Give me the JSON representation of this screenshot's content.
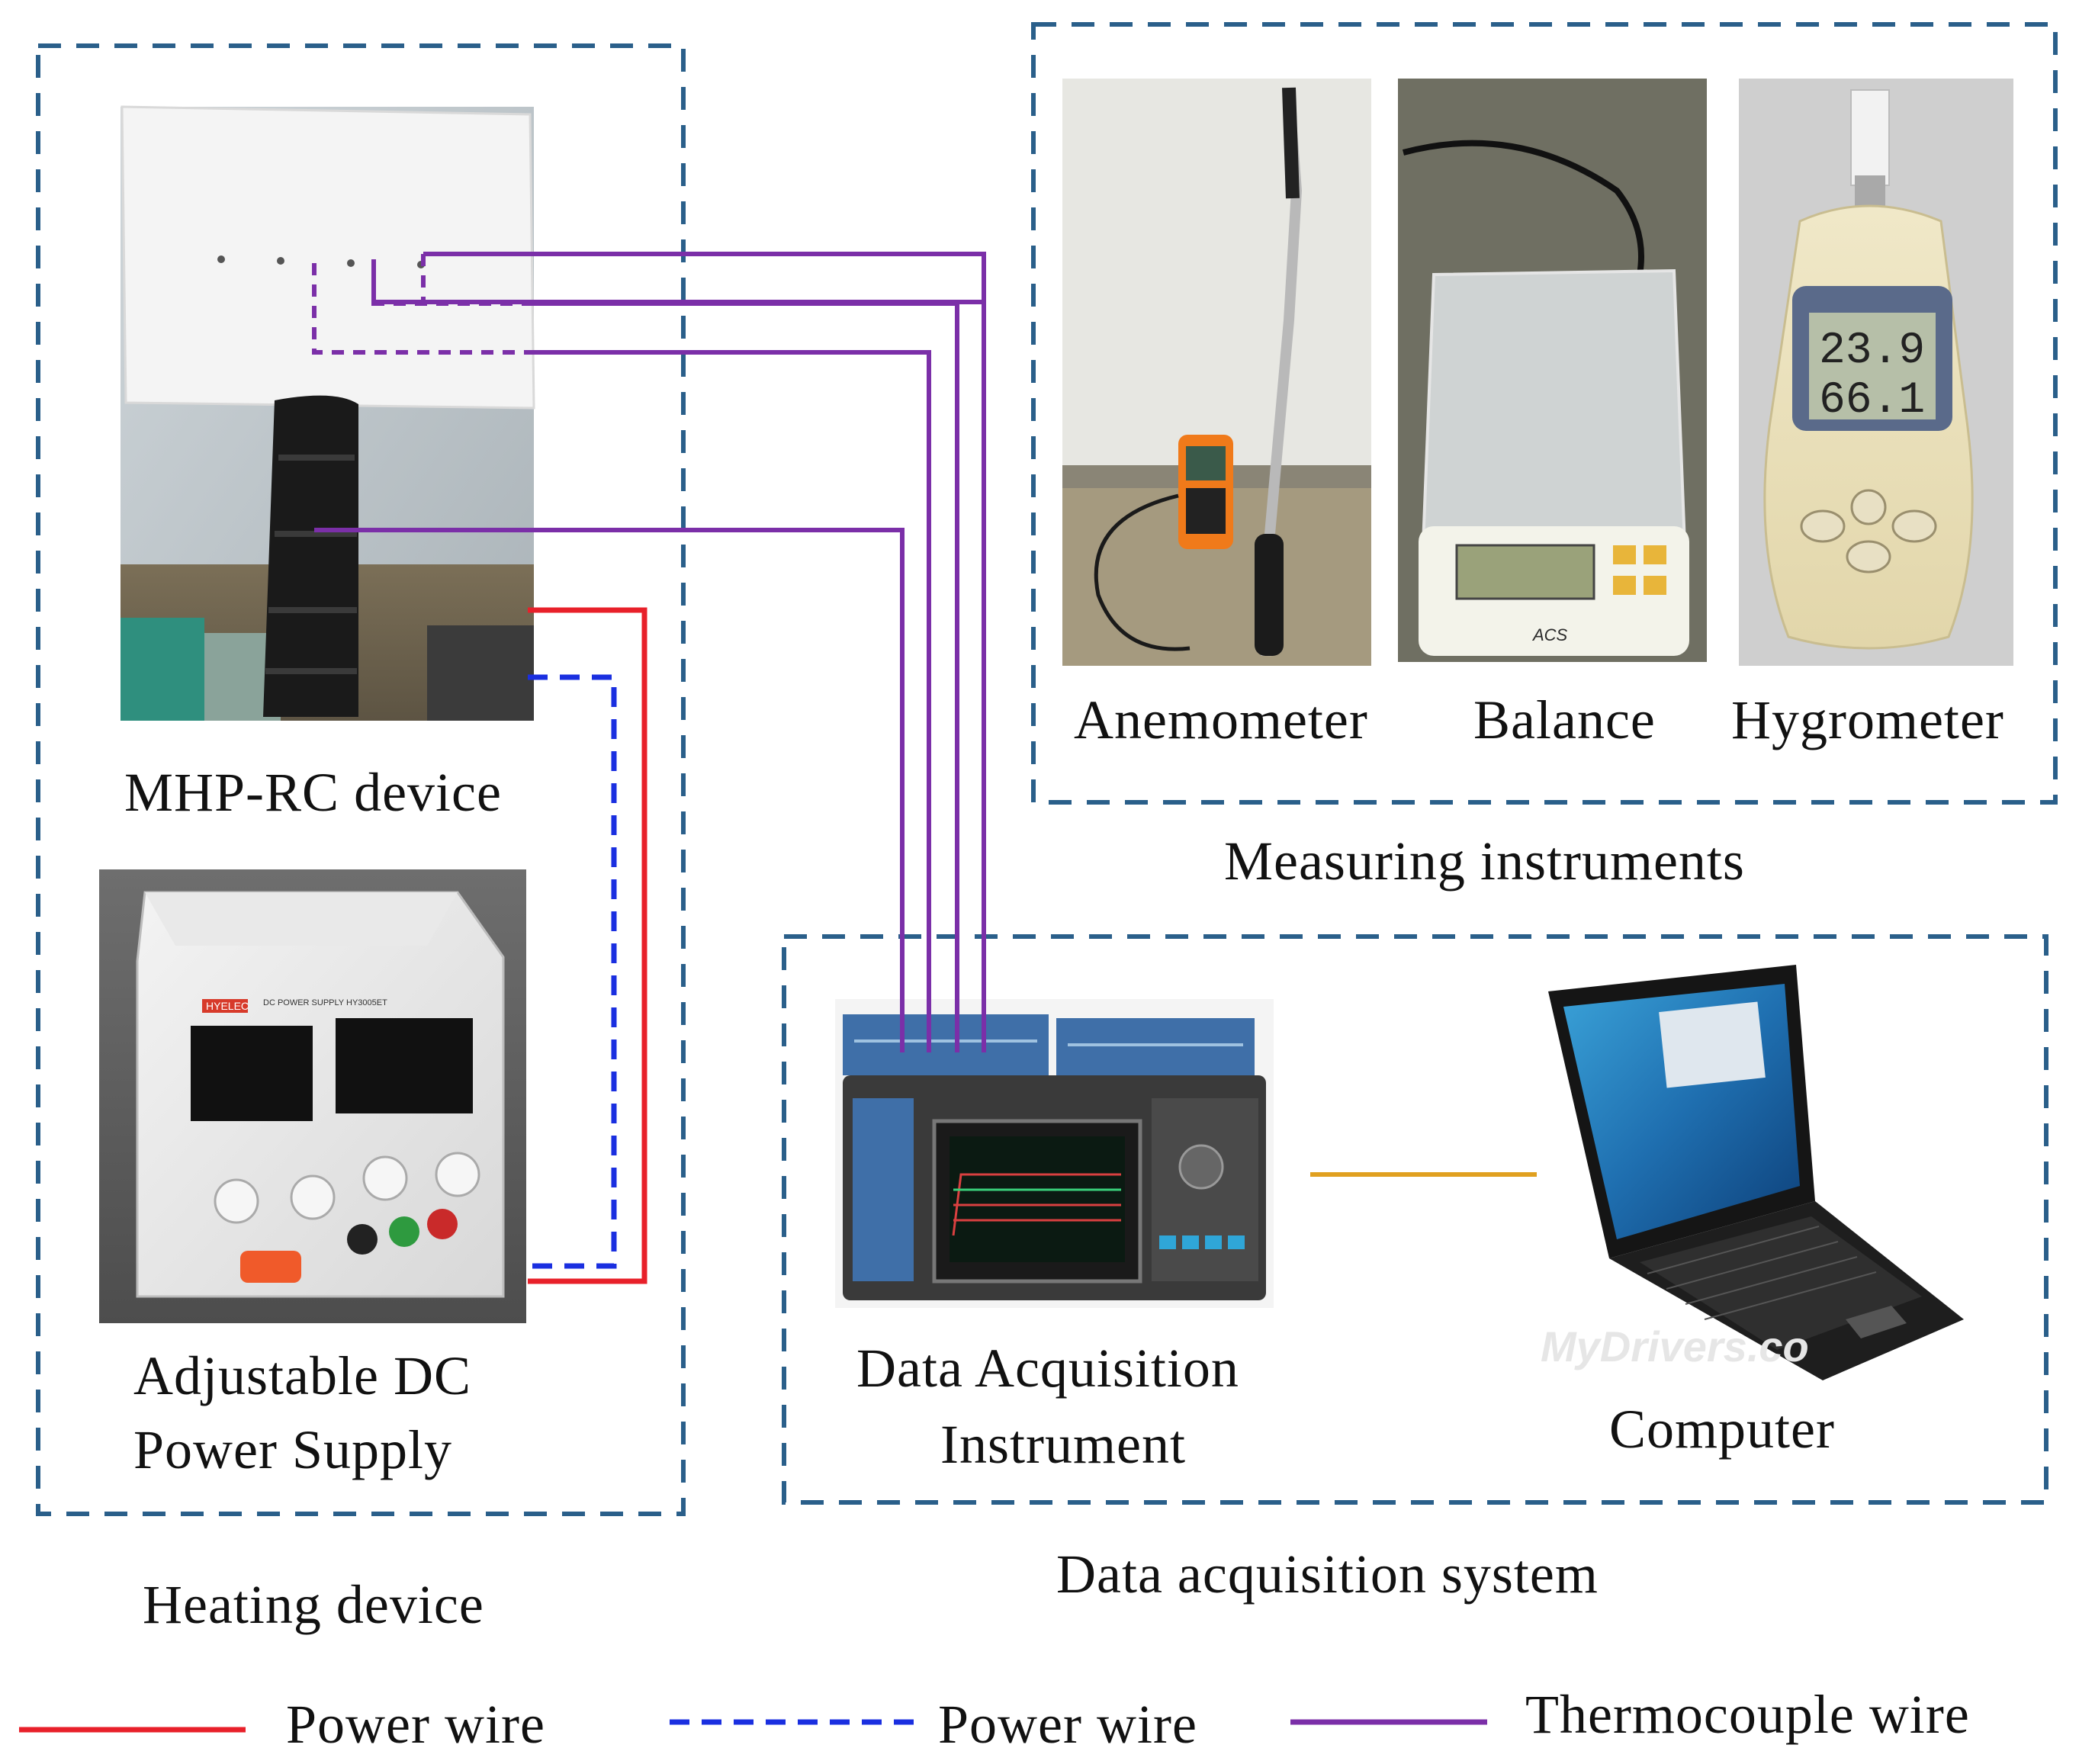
{
  "groups": {
    "heating": "Heating device",
    "measuring": "Measuring instruments",
    "acquisition": "Data acquisition system"
  },
  "devices": {
    "mhp_rc": "MHP-RC device",
    "power_supply_line1": "Adjustable DC",
    "power_supply_line2": "Power Supply",
    "daq_line1": "Data Acquisition",
    "daq_line2": "Instrument",
    "computer": "Computer",
    "anemometer": "Anemometer",
    "balance": "Balance",
    "hygrometer": "Hygrometer"
  },
  "photo_text": {
    "psu_brand": "HYELEC",
    "psu_model": "DC POWER SUPPLY HY3005ET",
    "balance_brand": "ACS",
    "hygro_temp": "23.9",
    "hygro_hum": "66.1",
    "watermark": "MyDrivers.co"
  },
  "legend": [
    {
      "label": "Power wire",
      "color": "#e8202a",
      "style": "solid"
    },
    {
      "label": "Power wire",
      "color": "#1a2fe0",
      "style": "dashed"
    },
    {
      "label": "Thermocouple wire",
      "color": "#7b2fa8",
      "style": "solid"
    }
  ],
  "colors": {
    "group_border": "#2a5f8a",
    "power_solid": "#e8202a",
    "power_dashed": "#1a2fe0",
    "thermocouple": "#7b2fa8",
    "data_link": "#e0a020"
  }
}
